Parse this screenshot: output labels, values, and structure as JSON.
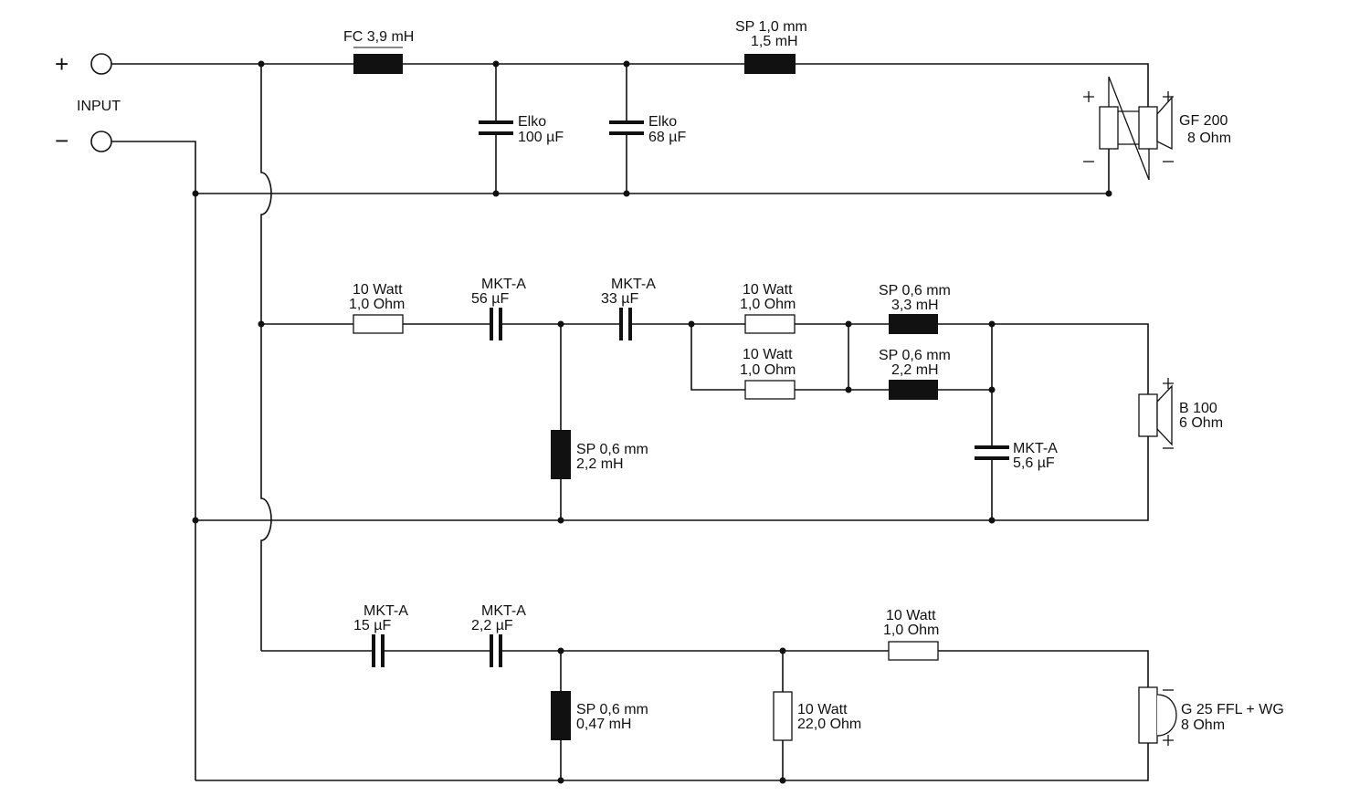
{
  "input": {
    "label": "INPUT"
  },
  "tweeter_section": {
    "series_inductor": {
      "line1": "FC 3,9 mH"
    },
    "shunt_cap_1": {
      "line1": "Elko",
      "line2": "100 µF"
    },
    "shunt_cap_2": {
      "line1": "Elko",
      "line2": "68 µF"
    },
    "series_inductor_2": {
      "line1": "SP 1,0 mm",
      "line2": "1,5 mH"
    },
    "speaker": {
      "line1": "GF 200",
      "line2": "8 Ohm"
    }
  },
  "mid_section": {
    "series_resistor": {
      "line1": "10 Watt",
      "line2": "1,0 Ohm"
    },
    "series_cap_1": {
      "line1": "MKT-A",
      "line2": "56 µF"
    },
    "series_cap_2": {
      "line1": "MKT-A",
      "line2": "33 µF"
    },
    "shunt_inductor": {
      "line1": "SP 0,6 mm",
      "line2": "2,2 mH"
    },
    "upper_resistor": {
      "line1": "10 Watt",
      "line2": "1,0 Ohm"
    },
    "lower_resistor": {
      "line1": "10 Watt",
      "line2": "1,0 Ohm"
    },
    "upper_inductor": {
      "line1": "SP 0,6 mm",
      "line2": "3,3 mH"
    },
    "lower_inductor": {
      "line1": "SP 0,6 mm",
      "line2": "2,2 mH"
    },
    "shunt_cap": {
      "line1": "MKT-A",
      "line2": "5,6 µF"
    },
    "speaker": {
      "line1": "B 100",
      "line2": "6 Ohm"
    }
  },
  "high_section": {
    "series_cap_1": {
      "line1": "MKT-A",
      "line2": "15 µF"
    },
    "series_cap_2": {
      "line1": "MKT-A",
      "line2": "2,2 µF"
    },
    "shunt_inductor": {
      "line1": "SP 0,6 mm",
      "line2": "0,47 mH"
    },
    "shunt_resistor": {
      "line1": "10 Watt",
      "line2": "22,0 Ohm"
    },
    "series_resistor": {
      "line1": "10 Watt",
      "line2": "1,0 Ohm"
    },
    "speaker": {
      "line1": "G 25 FFL + WG",
      "line2": "8 Ohm"
    }
  },
  "symbols": {
    "plus": "+",
    "minus": "−"
  }
}
